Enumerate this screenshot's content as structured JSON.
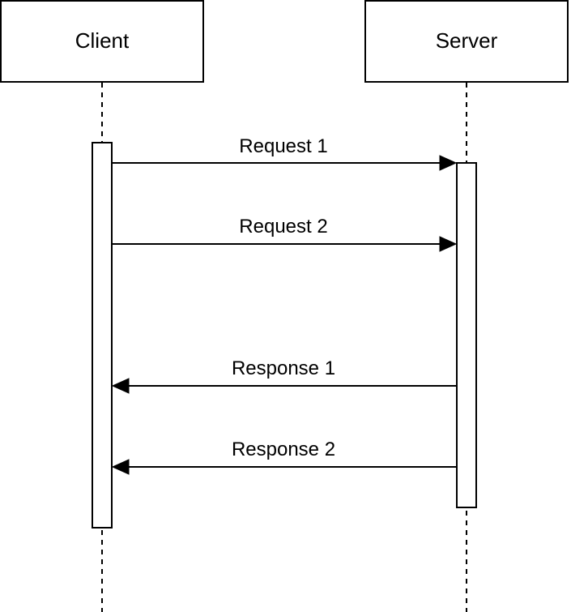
{
  "participants": {
    "client": {
      "label": "Client"
    },
    "server": {
      "label": "Server"
    }
  },
  "messages": [
    {
      "label": "Request 1",
      "from": "client",
      "to": "server"
    },
    {
      "label": "Request 2",
      "from": "client",
      "to": "server"
    },
    {
      "label": "Response 1",
      "from": "server",
      "to": "client"
    },
    {
      "label": "Response 2",
      "from": "server",
      "to": "client"
    }
  ]
}
